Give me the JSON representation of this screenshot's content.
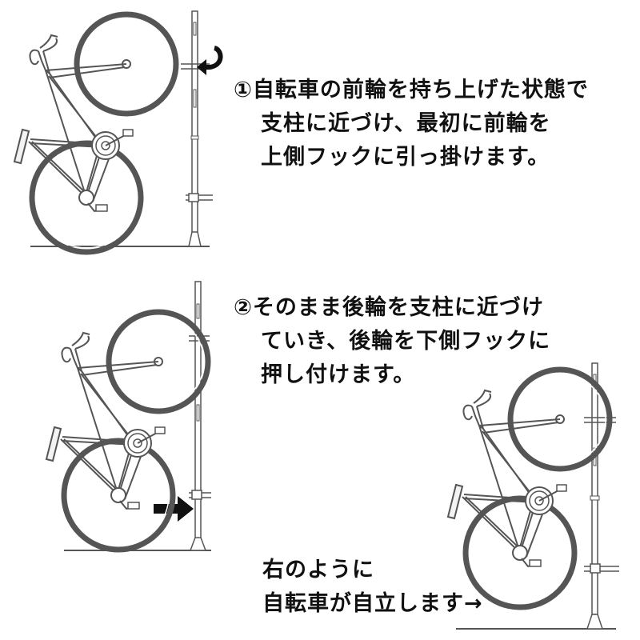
{
  "step1": {
    "lines": [
      "①自転車の前輪を持ち上げた状態で",
      "支柱に近づけ、最初に前輪を",
      "上側フックに引っ掛けます。"
    ]
  },
  "step2": {
    "lines": [
      "②そのまま後輪を支柱に近づけ",
      "ていき、後輪を下側フックに",
      "押し付けます。"
    ]
  },
  "note": {
    "lines": [
      "右のように",
      "自転車が自立します→"
    ]
  },
  "colors": {
    "line": "#555555",
    "fill_light": "#f3f3f3",
    "arrow": "#111111"
  },
  "icons": [
    "curved-arrow-icon",
    "right-arrow-icon"
  ]
}
